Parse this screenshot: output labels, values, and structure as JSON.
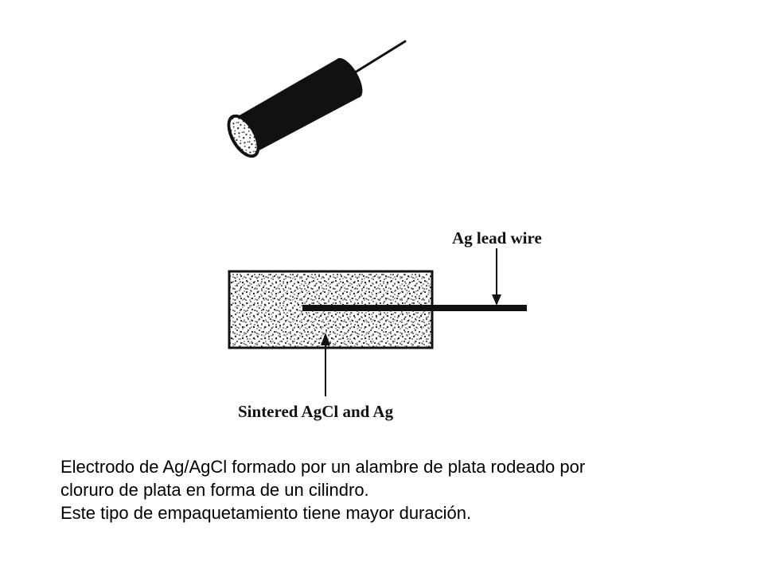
{
  "diagram": {
    "labels": {
      "lead_wire": "Ag lead  wire",
      "sintered": "Sintered AgCl and Ag"
    }
  },
  "caption": {
    "lines": [
      "Electrodo de Ag/AgCl formado por un alambre de plata rodeado por",
      "cloruro de plata en forma de un cilindro.",
      "Este tipo de empaquetamiento tiene mayor duración."
    ]
  }
}
